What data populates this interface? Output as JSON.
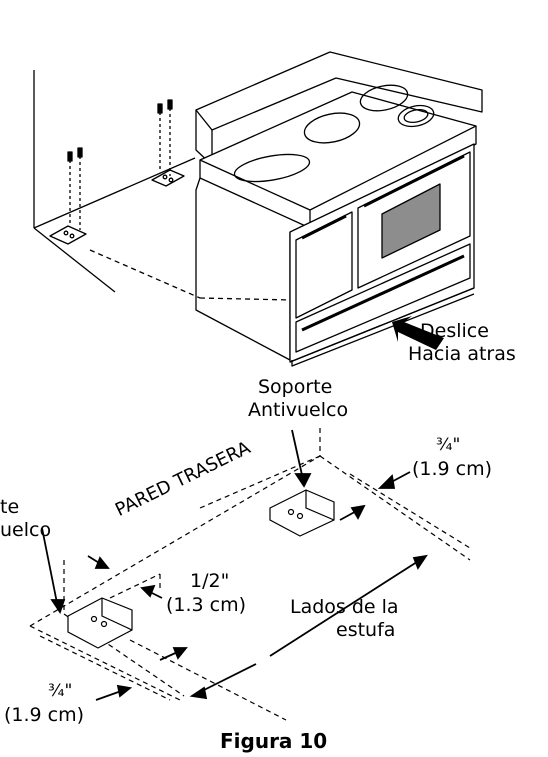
{
  "labels": {
    "slide_line1": "Deslice",
    "slide_line2": "Hacia atras",
    "bracket_top_line1": "Soporte",
    "bracket_top_line2": "Antivuelco",
    "bracket_left_line1": "te",
    "bracket_left_line2": "uelco",
    "wall": "PARED TRASERA",
    "frac_top": "¾\"",
    "cm_top": "(1.9 cm)",
    "half_inch": "1/2\"",
    "half_cm": "(1.3 cm)",
    "sides_line1": "Lados de la",
    "sides_line2": "estufa",
    "frac_bottom": "¾\"",
    "cm_bottom": "(1.9 cm)",
    "figure": "Figura 10"
  }
}
